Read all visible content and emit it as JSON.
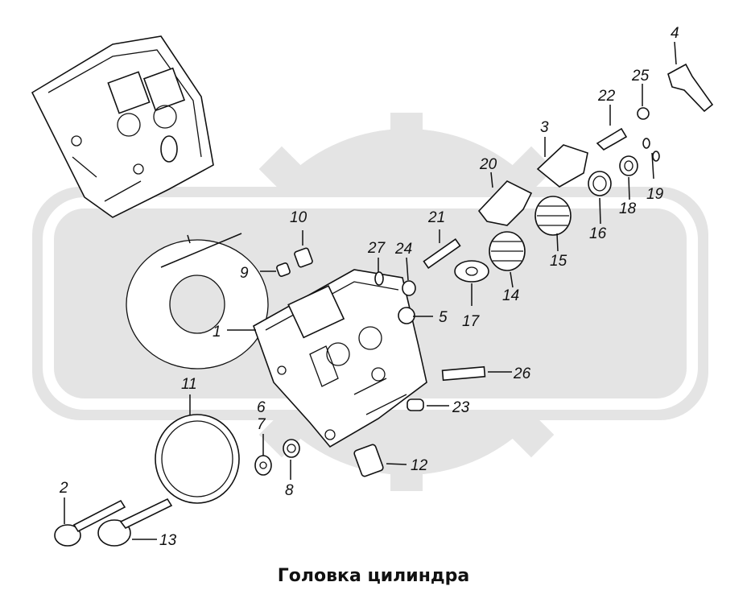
{
  "caption": "Головка цилиндра",
  "callouts": [
    "1",
    "2",
    "3",
    "4",
    "5",
    "6",
    "7",
    "8",
    "9",
    "10",
    "11",
    "12",
    "13",
    "14",
    "15",
    "16",
    "17",
    "18",
    "19",
    "20",
    "21",
    "22",
    "23",
    "24",
    "25",
    "26",
    "27"
  ]
}
